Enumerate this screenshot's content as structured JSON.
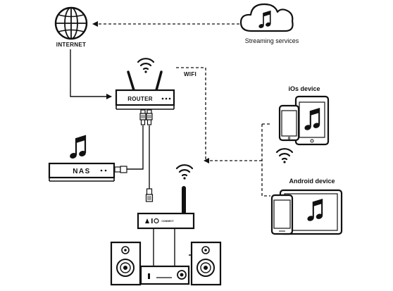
{
  "labels": {
    "internet": "INTERNET",
    "streaming": "Streaming services",
    "router": "ROUTER",
    "wifi": "WIFI",
    "nas": "NAS",
    "ios": "iOs device",
    "android": "Android device",
    "streamer_brand": "CONNECT"
  },
  "colors": {
    "line": "#111111",
    "background": "#ffffff"
  },
  "icons": [
    "globe-icon",
    "cloud-music-icon",
    "wifi-icon",
    "music-note-icon",
    "ethernet-plug-icon"
  ]
}
